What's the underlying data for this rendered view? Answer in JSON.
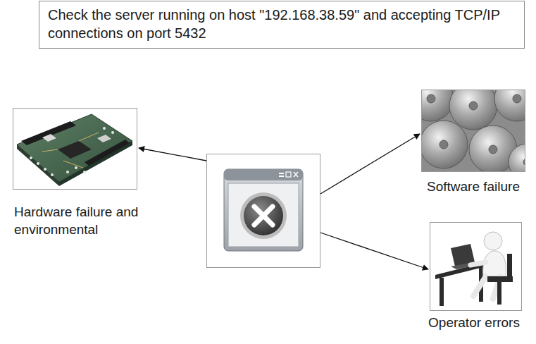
{
  "diagram": {
    "nodes": [
      {
        "text": [
          "Check the server running on host \"192.168.38.59\" and accepting TCP/IP connections on port 5432"
        ]
      },
      {
        "text": [
          "Hardware failure and environmental"
        ]
      },
      {
        "text": []
      },
      {
        "text": [
          "Software failure"
        ]
      },
      {
        "text": [
          "Operator errors"
        ]
      }
    ],
    "edges": [
      {
        "from": 2,
        "to": 1,
        "arrow": "to"
      },
      {
        "from": 2,
        "to": 3,
        "arrow": "to"
      },
      {
        "from": 2,
        "to": 4,
        "arrow": "to"
      }
    ]
  }
}
